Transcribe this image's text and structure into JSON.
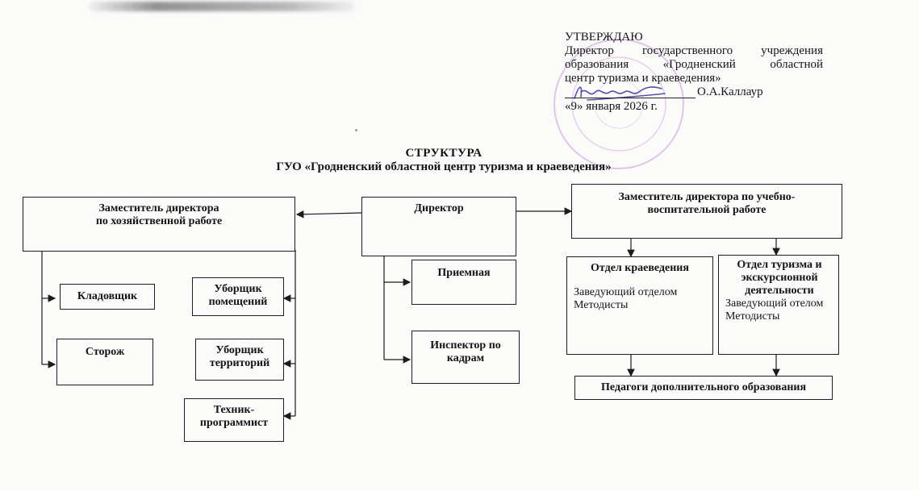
{
  "approval": {
    "heading": "УТВЕРЖДАЮ",
    "position_line1": "Директор государственного учреждения",
    "position_line2": "образования «Гродненский областной",
    "position_line3": "центр туризма и краеведения»",
    "signer_name": "О.А.Каллаур",
    "date": "«9» января 2026 г."
  },
  "title": {
    "main": "СТРУКТУРА",
    "subtitle": "ГУО «Гродненский областной центр туризма и краеведения»"
  },
  "boxes": {
    "director": {
      "label": "Директор"
    },
    "deputy_household": {
      "line1": "Заместитель директора",
      "line2": "по хозяйственной работе"
    },
    "deputy_education": {
      "line1": "Заместитель директора по учебно-",
      "line2": "воспитательной работе"
    },
    "storekeeper": {
      "label": "Кладовщик"
    },
    "watchman": {
      "label": "Сторож"
    },
    "cleaner_rooms": {
      "line1": "Уборщик",
      "line2": "помещений"
    },
    "cleaner_territory": {
      "line1": "Уборщик",
      "line2": "территорий"
    },
    "technician": {
      "line1": "Техник-",
      "line2": "программист"
    },
    "reception": {
      "label": "Приемная"
    },
    "hr_inspector": {
      "line1": "Инспектор по",
      "line2": "кадрам"
    },
    "dept_local_history": {
      "title": "Отдел краеведения",
      "line1": "Заведующий отделом",
      "line2": "Методисты"
    },
    "dept_tourism": {
      "title1": "Отдел туризма и",
      "title2": "экскурсионной",
      "title3": "деятельности",
      "line1": "Заведующий отелом",
      "line2": "Методисты"
    },
    "teachers": {
      "label": "Педагоги дополнительного образования"
    }
  },
  "colors": {
    "ink": "#141414",
    "stamp": "#c99bd8",
    "signature": "#5a4fa8"
  }
}
